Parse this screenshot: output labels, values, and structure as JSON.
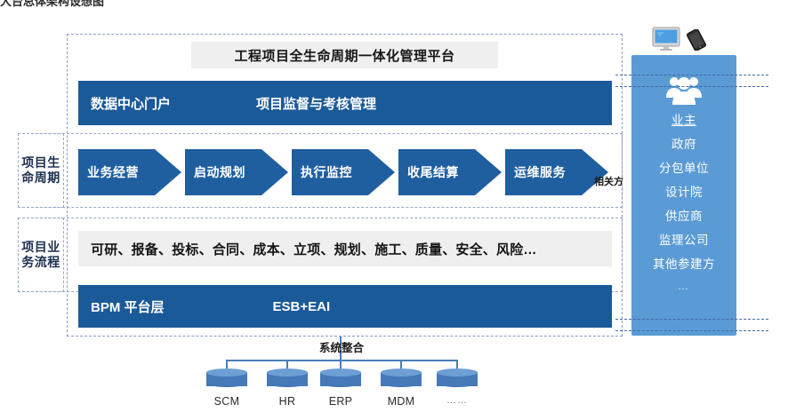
{
  "page": {
    "top_caption": "大台总体架构设想图"
  },
  "platform": {
    "title": "工程项目全生命周期一体化管理平台",
    "portal": {
      "left_label": "数据中心门户",
      "right_label": "项目监督与考核管理"
    },
    "side_labels": {
      "lifecycle": "项目生命周期",
      "process": "项目业务流程"
    },
    "lifecycle_stages": [
      {
        "label": "业务经营"
      },
      {
        "label": "启动规划"
      },
      {
        "label": "执行监控"
      },
      {
        "label": "收尾结算"
      },
      {
        "label": "运维服务"
      }
    ],
    "related_party_label": "相关方",
    "business_process": "可研、报备、投标、合同、成本、立项、规划、施工、质量、安全、风险…",
    "platform_layer": {
      "left_label": "BPM 平台层",
      "right_label": "ESB+EAI"
    }
  },
  "stakeholders": {
    "items": [
      {
        "label": "业主"
      },
      {
        "label": "政府"
      },
      {
        "label": "分包单位"
      },
      {
        "label": "设计院"
      },
      {
        "label": "供应商"
      },
      {
        "label": "监理公司"
      },
      {
        "label": "其他参建方"
      }
    ],
    "more": "…"
  },
  "system_integration": {
    "label": "系统整合",
    "systems": [
      {
        "name": "SCM"
      },
      {
        "name": "HR"
      },
      {
        "name": "ERP"
      },
      {
        "name": "MDM"
      },
      {
        "name": "……"
      }
    ]
  },
  "colors": {
    "dark_blue": "#1b5a99",
    "chevron_blue": "#1f5fa0",
    "panel_blue": "#5b9bd5",
    "gray_bar": "#efefef",
    "dash_border": "#8b9bbd",
    "db_blue": "#4579b8"
  }
}
